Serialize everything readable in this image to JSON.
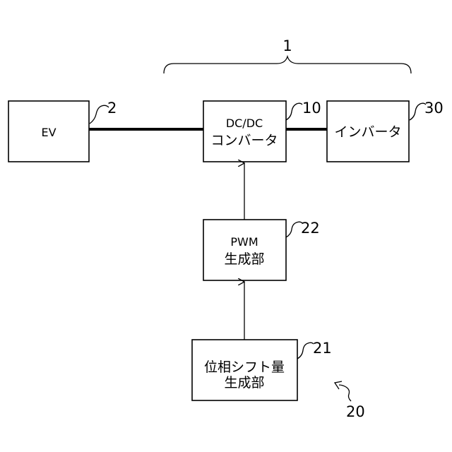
{
  "blocks": {
    "ev": {
      "label": "EV",
      "ref": "2"
    },
    "dcdc": {
      "line1": "DC/DC",
      "line2": "コンバータ",
      "ref": "10"
    },
    "inverter": {
      "label": "インバータ",
      "ref": "30"
    },
    "pwm": {
      "line1": "PWM",
      "line2": "生成部",
      "ref": "22"
    },
    "phase_shift": {
      "line1": "位相シフト量",
      "line2": "生成部",
      "ref": "21"
    }
  },
  "group": {
    "ref": "1"
  },
  "controller": {
    "ref": "20"
  }
}
